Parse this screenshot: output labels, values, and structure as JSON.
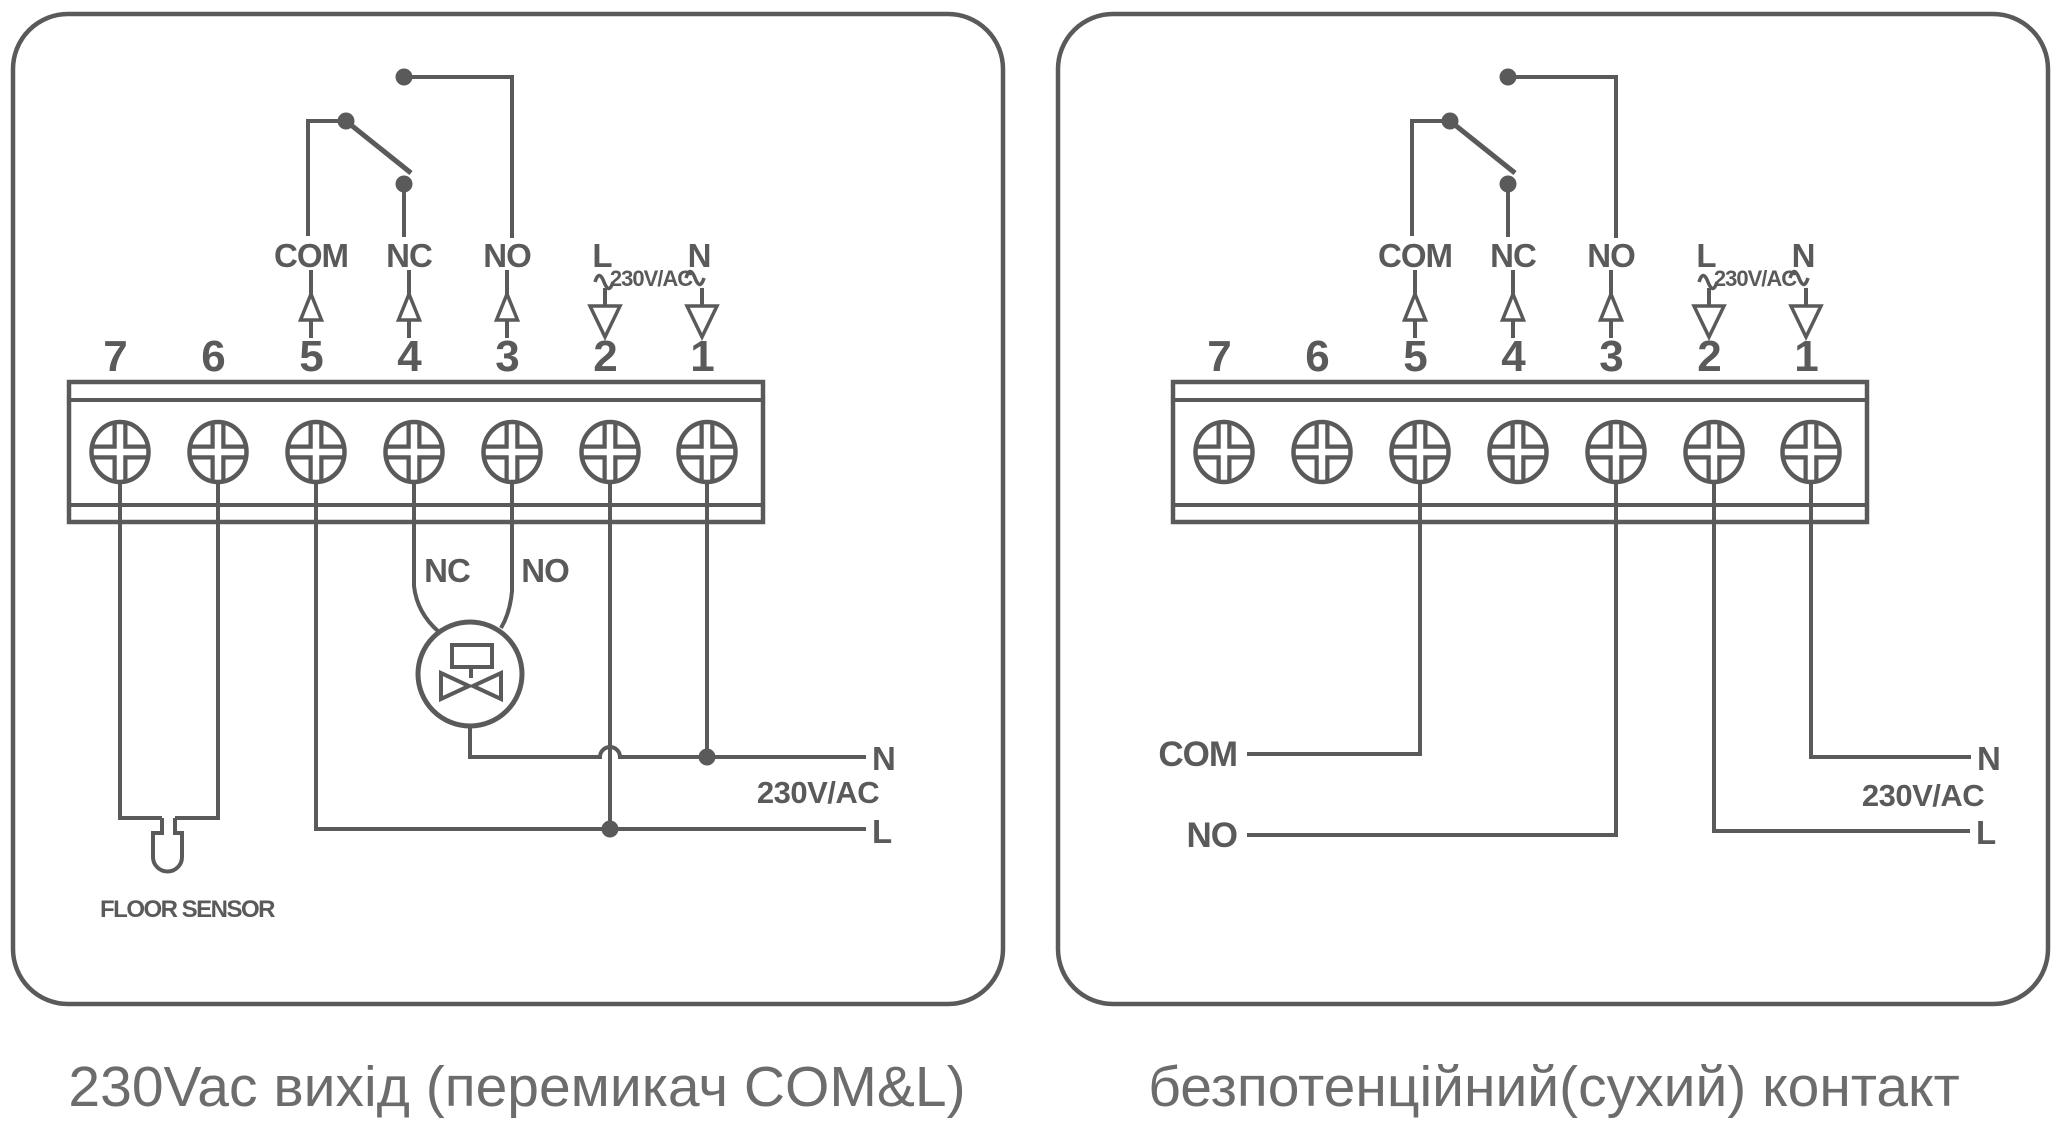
{
  "colors": {
    "diagram": "#5a5a5a",
    "caption": "#6c6c6c",
    "background": "#ffffff"
  },
  "left_diagram": {
    "caption": "230Vac вихід (перемикач COM&L)",
    "terminals": [
      "7",
      "6",
      "5",
      "4",
      "3",
      "2",
      "1"
    ],
    "relay_labels": {
      "com": "COM",
      "nc": "NC",
      "no": "NO"
    },
    "mains_labels": {
      "line": "L",
      "voltage": "230V/AC",
      "neutral": "N"
    },
    "valve_labels": {
      "nc": "NC",
      "no": "NO"
    },
    "supply": {
      "neutral": "N",
      "voltage": "230V/AC",
      "line": "L"
    },
    "floor_sensor_label": "FLOOR SENSOR"
  },
  "right_diagram": {
    "caption": "безпотенційний(сухий) контакт",
    "terminals": [
      "7",
      "6",
      "5",
      "4",
      "3",
      "2",
      "1"
    ],
    "relay_labels": {
      "com": "COM",
      "nc": "NC",
      "no": "NO"
    },
    "mains_labels": {
      "line": "L",
      "voltage": "230V/AC",
      "neutral": "N"
    },
    "dry_contact_labels": {
      "com": "COM",
      "no": "NO"
    },
    "supply": {
      "neutral": "N",
      "voltage": "230V/AC",
      "line": "L"
    }
  }
}
